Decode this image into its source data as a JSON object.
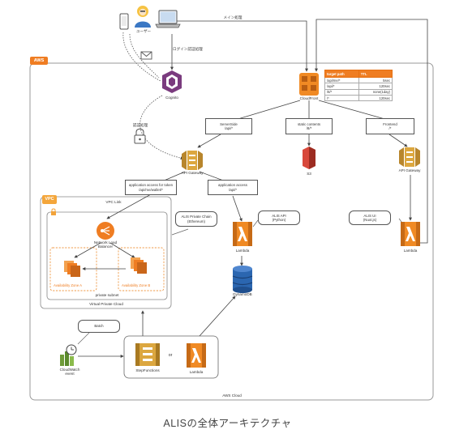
{
  "caption": "ALISの全体アーキテクチャ",
  "aws_badge": "AWS",
  "vpc_badge": "VPC",
  "nodes": {
    "user": "ユーザー",
    "cognito": "Cognito",
    "cloudfront": "CloudFront",
    "s3": "S3",
    "api_gateway_main": "API Gateway",
    "api_gateway_front": "API Gateway",
    "nlb_line1": "Network Load",
    "nlb_line2": "Balancer",
    "lambda_api": "Lambda",
    "lambda_ui": "Lambda",
    "lambda_batch": "Lambda",
    "dynamodb": "DynamoDB",
    "stepfunctions": "StepFunctions",
    "cloudwatch_line1": "CloudWatch",
    "cloudwatch_line2": "event",
    "or_text": "or"
  },
  "edges": {
    "main_process": "メイン処理",
    "login_process": "ログイン認証処理",
    "auth_process": "認証処理",
    "vpc_link": "VPC Link"
  },
  "route_boxes": {
    "serverside": [
      "ServerSide",
      "/api/*"
    ],
    "static": [
      "static contents",
      "/8/*"
    ],
    "frontend": [
      "Frontend",
      "/*"
    ],
    "token": [
      "application access for token",
      "/api/me/wallet/*"
    ],
    "app_access": [
      "application access",
      "/api/*"
    ]
  },
  "callouts": {
    "private_chain": [
      "ALIS Private Chain",
      "(Ethereum)"
    ],
    "alis_api": [
      "ALIS API",
      "(Python)"
    ],
    "alis_ui": [
      "ALIS UI",
      "(Nuxt.js)"
    ],
    "batch": "Batch"
  },
  "zones": {
    "zone_a": "Availability Zone A",
    "zone_b": "Availability Zone B",
    "private_subnet": "private subnet",
    "vpc_name": "Virtual Private Cloud",
    "aws_cloud": "AWS Cloud"
  },
  "cache_table": {
    "headers": [
      "target path",
      "TTL"
    ],
    "rows": [
      [
        "/api/me/*",
        "5sec"
      ],
      [
        "/api/*",
        "120sec"
      ],
      [
        "/8/*",
        "none(1day)"
      ],
      [
        "/*",
        "120sec"
      ]
    ]
  },
  "colors": {
    "aws_orange": "#ef7d22",
    "lambda_orange": "#f08a24",
    "s3_red": "#d8483b",
    "cognito_purple": "#7a3b7e",
    "dynamodb_blue": "#2b66b0",
    "stepfunctions_gold": "#dca73f",
    "cloudwatch_green": "#6e9b38"
  }
}
